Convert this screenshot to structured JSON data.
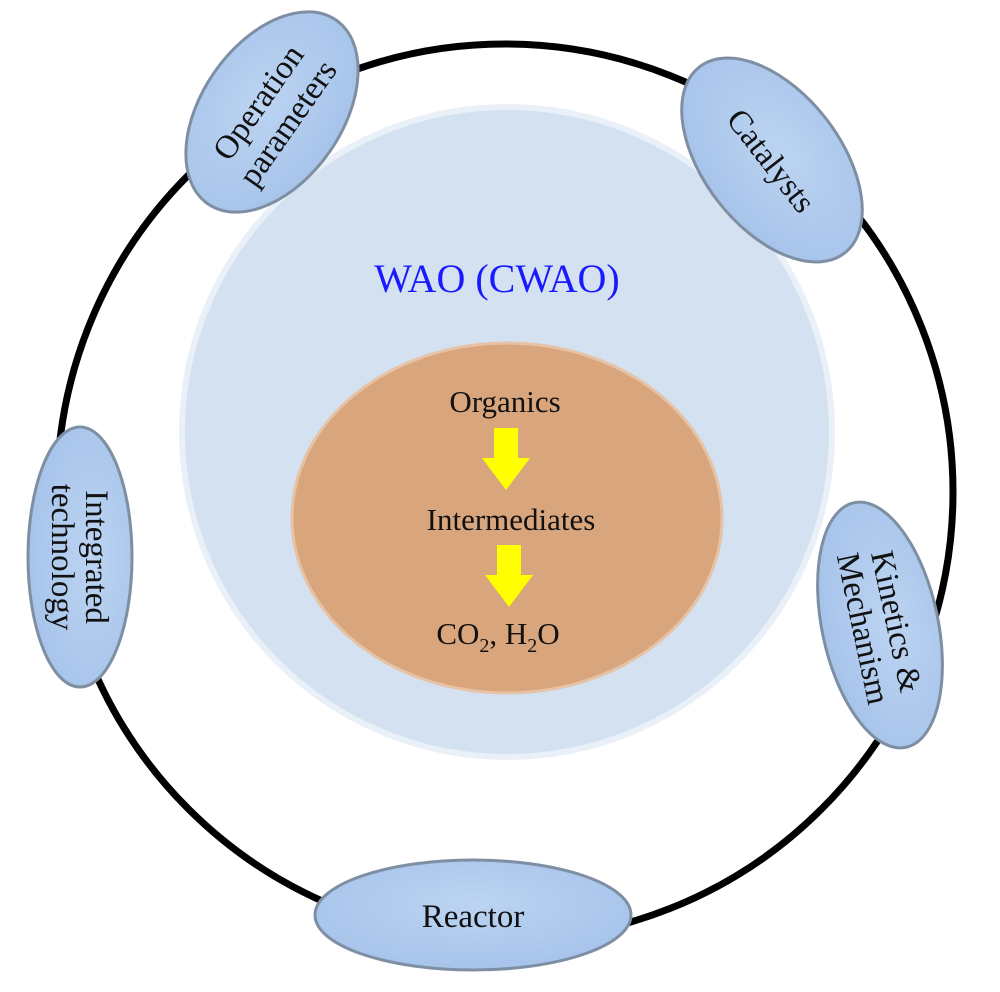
{
  "center": {
    "title": "WAO (CWAO)",
    "steps": [
      "Organics",
      "Intermediates"
    ],
    "product": {
      "co": "CO",
      "sub1": "2",
      "sep": ", H",
      "sub2": "2",
      "o": "O"
    }
  },
  "satellites": {
    "operation_line1": "Operation",
    "operation_line2": "parameters",
    "catalysts": "Catalysts",
    "kinetics_line1": "Kinetics &",
    "kinetics_line2": "Mechanism",
    "reactor": "Reactor",
    "integrated_line1": "Integrated",
    "integrated_line2": "technology"
  },
  "colors": {
    "title_blue": "#1a1aff",
    "outer_circle": "#d3e1f1",
    "inner_ellipse": "#d9a57c",
    "satellite": "#b3cdee",
    "arrow": "#ffff00",
    "ring": "#000000"
  }
}
